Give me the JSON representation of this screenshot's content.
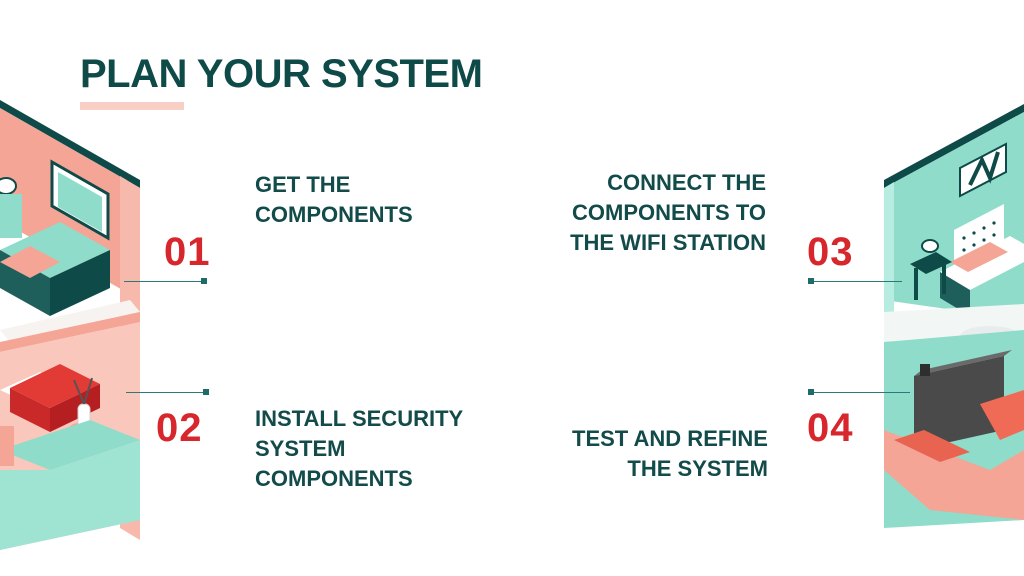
{
  "title": "PLAN YOUR SYSTEM",
  "steps": [
    {
      "number": "01",
      "lines": [
        "GET THE",
        "COMPONENTS"
      ]
    },
    {
      "number": "02",
      "lines": [
        "INSTALL SECURITY",
        "SYSTEM",
        "COMPONENTS"
      ]
    },
    {
      "number": "03",
      "lines": [
        "CONNECT THE",
        "COMPONENTS TO",
        "THE WIFI STATION"
      ]
    },
    {
      "number": "04",
      "lines": [
        "TEST AND REFINE",
        "THE SYSTEM"
      ]
    }
  ],
  "colors": {
    "title": "#0e4a48",
    "number": "#d7262c",
    "text": "#124b49",
    "accent_coral": "#f4a596",
    "accent_mint": "#8fdccb"
  }
}
